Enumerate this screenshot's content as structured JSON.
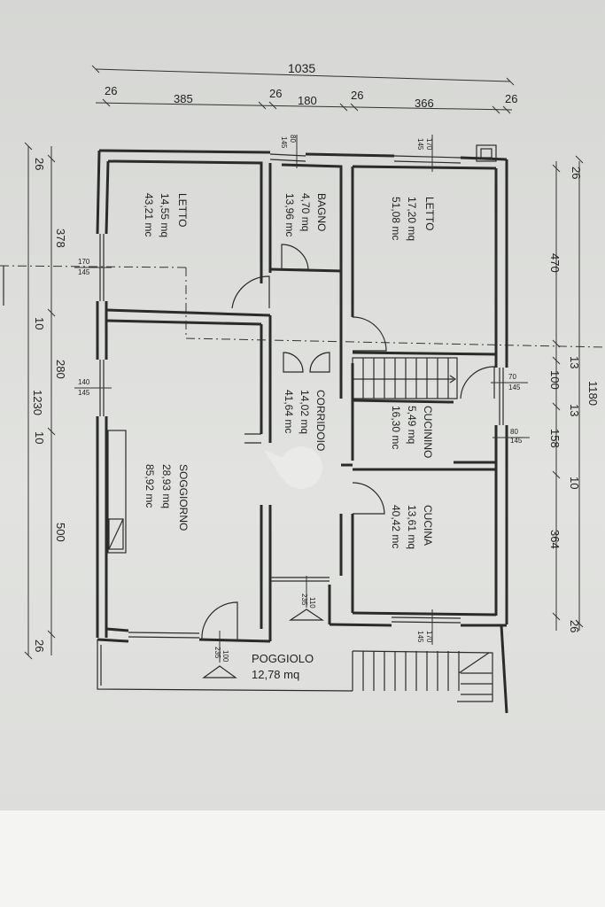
{
  "plan": {
    "dimensions_top": {
      "overall": "1035",
      "segments": [
        "26",
        "385",
        "26",
        "180",
        "26",
        "366",
        "26"
      ]
    },
    "dimensions_left": {
      "overall": "1230",
      "segments": [
        "26",
        "378",
        "10",
        "280",
        "10",
        "500",
        "26"
      ]
    },
    "dimensions_right": {
      "overall": "1180",
      "segments": [
        "26",
        "470",
        "13",
        "100",
        "13",
        "158",
        "10",
        "364",
        "26"
      ]
    },
    "openings": {
      "bagno_window": [
        "80",
        "145"
      ],
      "letto_right_window": [
        "170",
        "145"
      ],
      "letto_left_window": [
        "170",
        "145"
      ],
      "soggiorno_window": [
        "140",
        "145"
      ],
      "stair_window": [
        "70",
        "145"
      ],
      "cucinino_window": [
        "80",
        "145"
      ],
      "cucina_window": [
        "170",
        "145"
      ],
      "corridoio_door": [
        "110",
        "235"
      ],
      "soggiorno_door": [
        "100",
        "235"
      ]
    },
    "rooms": {
      "letto1": {
        "name": "LETTO",
        "area": "14,55 mq",
        "volume": "43,21 mc"
      },
      "bagno": {
        "name": "BAGNO",
        "area": "4,70 mq",
        "volume": "13,96 mc"
      },
      "letto2": {
        "name": "LETTO",
        "area": "17,20 mq",
        "volume": "51,08 mc"
      },
      "corridoio": {
        "name": "CORRIDOIO",
        "area": "14,02 mq",
        "volume": "41,64 mc"
      },
      "cucinino": {
        "name": "CUCININO",
        "area": "5,49 mq",
        "volume": "16,30 mc"
      },
      "soggiorno": {
        "name": "SOGGIORNO",
        "area": "28,93 mq",
        "volume": "85,92 mc"
      },
      "cucina": {
        "name": "CUCINA",
        "area": "13,61 mq",
        "volume": "40,42 mc"
      },
      "poggiolo": {
        "name": "POGGIOLO",
        "area": "12,78 mq"
      }
    }
  }
}
